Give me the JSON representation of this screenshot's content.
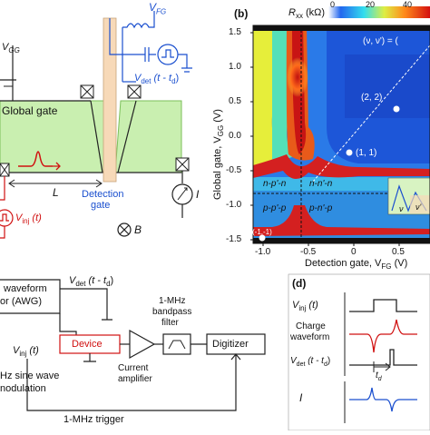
{
  "panel_a": {
    "vgg": "V",
    "vgg_sub": "GG",
    "vfg": "V",
    "vfg_sub": "FG",
    "vdet": "V",
    "vdet_sub": "det",
    "vdet_arg": "(t - t",
    "vdet_arg_sub": "d",
    "vdet_arg_end": ")",
    "global_gate": "Global gate",
    "detection_gate_line1": "Detection",
    "detection_gate_line2": "gate",
    "length": "L",
    "vinj": "V",
    "vinj_sub": "inj",
    "vinj_arg": "(t)",
    "current": "I",
    "field": "B"
  },
  "panel_b": {
    "label": "(b)",
    "colorbar_title": "R",
    "colorbar_title_sub": "xx",
    "colorbar_unit": "(kΩ)",
    "colorbar_ticks": [
      "0",
      "20",
      "40"
    ],
    "y_label": "Global gate, V",
    "y_label_sub": "GG",
    "y_unit": "(V)",
    "x_label": "Detection gate, V",
    "x_label_sub": "FG",
    "x_unit": "(V)",
    "y_ticks": [
      "1.5",
      "1.0",
      "0.5",
      "0.0",
      "-0.5",
      "-1.0",
      "-1.5"
    ],
    "x_ticks": [
      "-1.0",
      "-0.5",
      "0",
      "0.5"
    ],
    "legend_nu": "(ν, ν') = (",
    "point_22": "(2, 2)",
    "point_11": "(1, 1)",
    "point_m1m1": "(-1,-1)",
    "region_npn": "n-p'-n",
    "region_nnn": "n-n'-n",
    "region_ppp": "p-p'-p",
    "region_pnp": "p-n'-p",
    "inset_nu": "ν",
    "inset_nup": "ν'"
  },
  "panel_c": {
    "waveform_line1": "waveform",
    "waveform_line2": "or (AWG)",
    "vdet": "V",
    "vdet_sub": "det",
    "vdet_arg": "(t - t",
    "vdet_arg_sub": "d",
    "vdet_arg_end": ")",
    "filter_line1": "1-MHz",
    "filter_line2": "bandpass",
    "filter_line3": "filter",
    "device": "Device",
    "digitizer": "Digitizer",
    "vinj": "V",
    "vinj_sub": "inj",
    "vinj_arg": "(t)",
    "amp_line1": "Current",
    "amp_line2": "amplifier",
    "mod_line1": "Hz sine wave",
    "mod_line2": "nodulation",
    "trigger": "1-MHz trigger"
  },
  "panel_d": {
    "label": "(d)",
    "vinj": "V",
    "vinj_sub": "inj",
    "vinj_arg": "(t)",
    "charge_line1": "Charge",
    "charge_line2": "waveform",
    "vdet": "V",
    "vdet_sub": "det",
    "vdet_arg": "(t - t",
    "vdet_arg_sub": "d",
    "vdet_arg_end": ")",
    "td": "t",
    "td_sub": "d",
    "current": "I"
  },
  "colors": {
    "green_gate": "#c9efb0",
    "gate_orange": "#f7d9b8",
    "red": "#d01010",
    "blue": "#1a4fcf",
    "map_blue": "#1f6fe0",
    "map_red": "#d42020"
  }
}
